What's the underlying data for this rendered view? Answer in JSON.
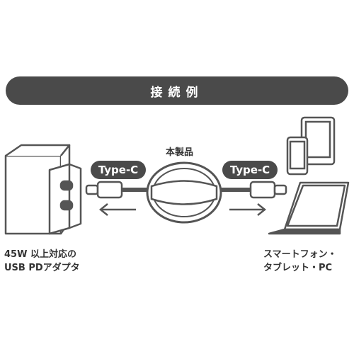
{
  "banner": {
    "title": "接続例"
  },
  "product_label": "本製品",
  "left_connector": "Type-C",
  "right_connector": "Type-C",
  "adapter_label": [
    "45W 以上対応の",
    "USB PDアダプタ"
  ],
  "device_label": [
    "スマートフォン・",
    "タブレット・PC"
  ],
  "colors": {
    "banner": "#4a4a4a",
    "text": "#333333",
    "line": "#555555"
  },
  "icons": [
    "usb-pd-adapter-icon",
    "retractable-cable-icon",
    "left-arrow-icon",
    "right-arrow-icon",
    "smartphone-icon",
    "tablet-icon",
    "laptop-icon"
  ]
}
